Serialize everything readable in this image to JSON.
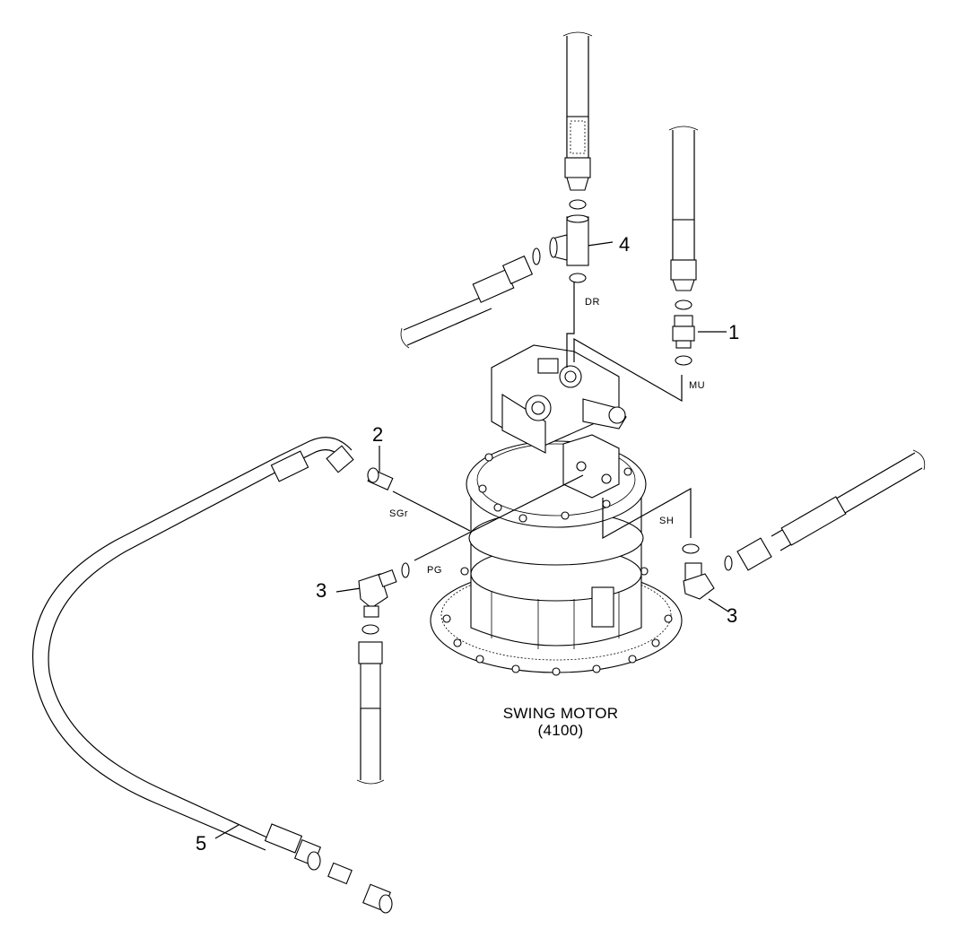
{
  "callouts": {
    "c1": "1",
    "c2": "2",
    "c3a": "3",
    "c3b": "3",
    "c4": "4",
    "c5": "5"
  },
  "ports": {
    "dr": "DR",
    "mu": "MU",
    "sgr": "SGr",
    "pg": "PG",
    "sh": "SH"
  },
  "component": {
    "name": "SWING MOTOR",
    "code": "(4100)"
  }
}
